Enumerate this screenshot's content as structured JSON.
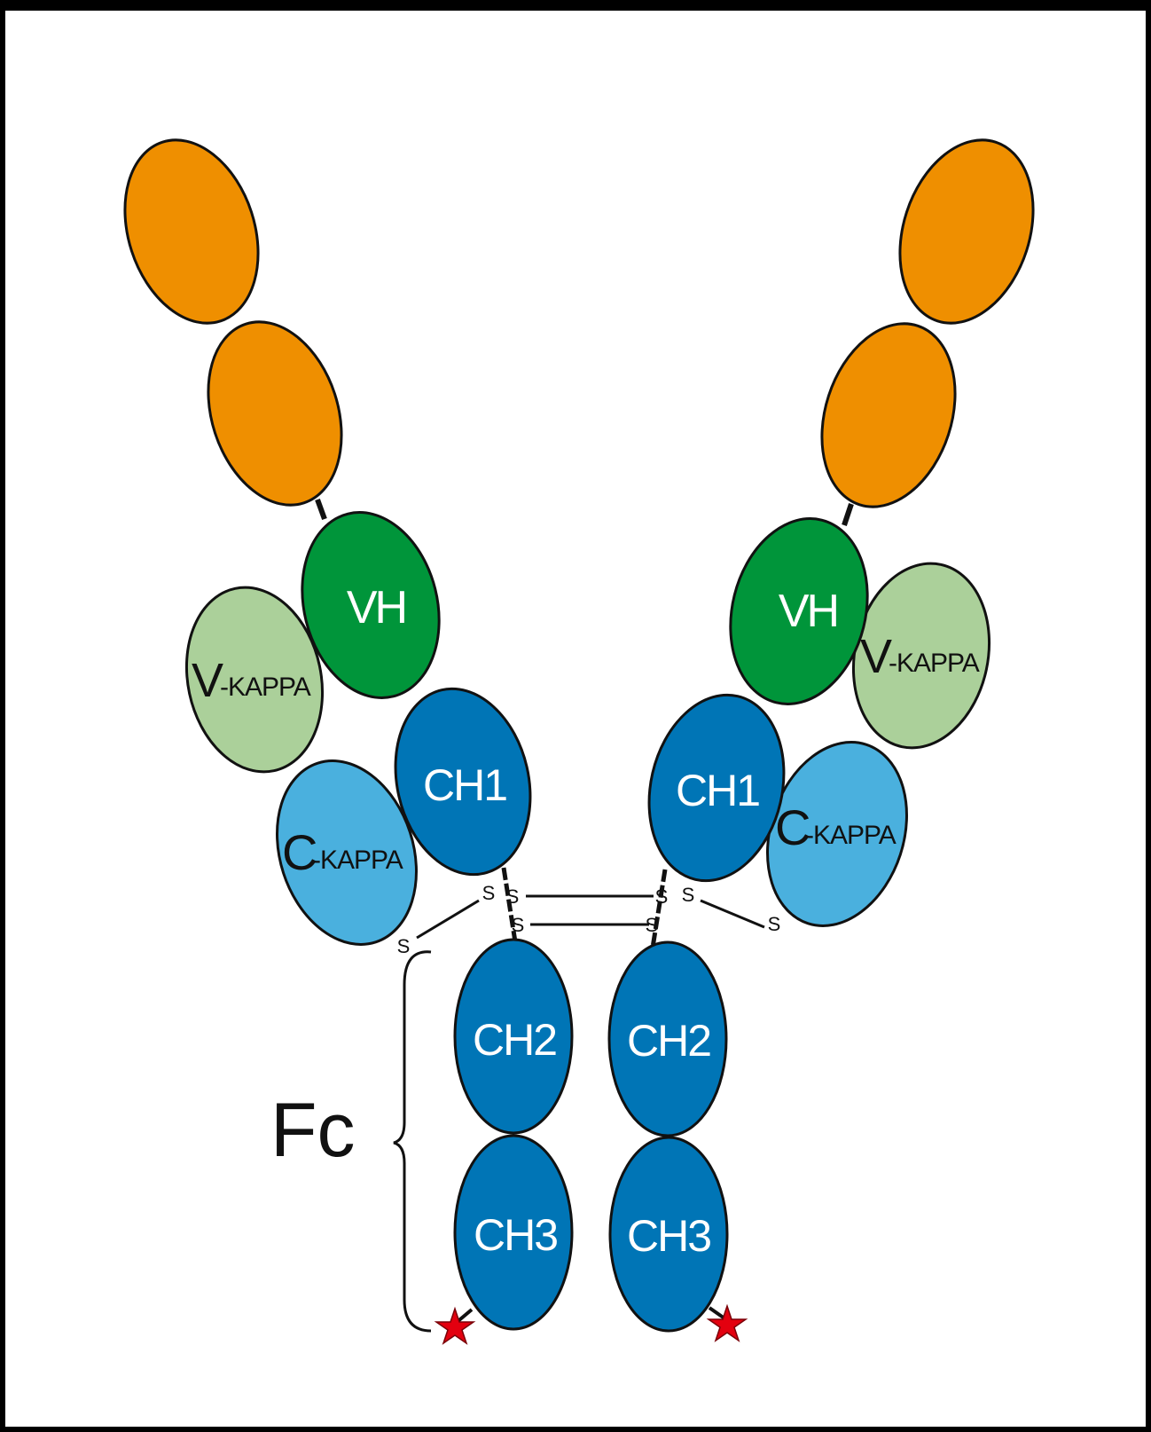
{
  "colors": {
    "orange": "#ef8f00",
    "vh_green": "#00953a",
    "vkappa_green": "#abd09a",
    "ckappa_blue": "#4ab0de",
    "heavy_blue": "#0075b6",
    "star_red": "#e3000f",
    "outline": "#111111",
    "frame": "#000000",
    "background": "#ffffff"
  },
  "labels": {
    "left": {
      "vh": "VH",
      "vkappa_big": "V",
      "vkappa_sub": "-KAPPA",
      "ch1": "CH1",
      "ckappa_big": "C",
      "ckappa_sub": "-KAPPA",
      "ch2": "CH2",
      "ch3": "CH3"
    },
    "right": {
      "vh": "VH",
      "vkappa_big": "V",
      "vkappa_sub": "-KAPPA",
      "ch1": "CH1",
      "ckappa_big": "C",
      "ckappa_sub": "-KAPPA",
      "ch2": "CH2",
      "ch3": "CH3"
    },
    "disulfide": "S",
    "fc": "Fc"
  }
}
